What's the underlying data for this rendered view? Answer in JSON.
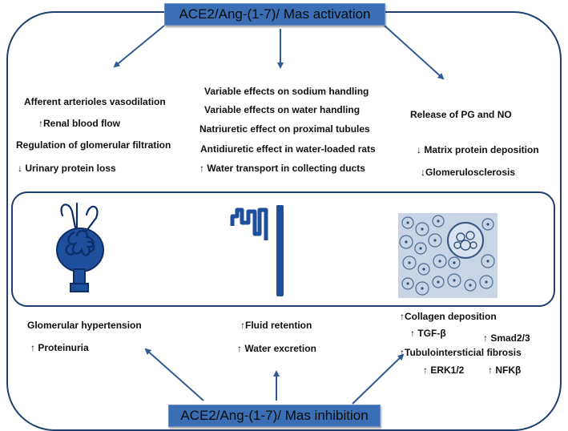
{
  "top_label": "ACE2/Ang-(1-7)/ Mas activation",
  "bottom_label": "ACE2/Ang-(1-7)/ Mas inhibition",
  "activation": {
    "left": [
      "Afferent arterioles vasodilation",
      "↑Renal blood flow",
      "Regulation of glomerular filtration",
      "↓ Urinary protein loss"
    ],
    "middle": [
      "Variable effects on sodium handling",
      "Variable effects on water handling",
      "Natriuretic effect on proximal tubules",
      "Antidiuretic effect in water-loaded rats",
      "↑ Water transport in collecting ducts"
    ],
    "right": [
      "Release of PG and NO",
      "↓  Matrix protein deposition",
      "↓Glomerulosclerosis"
    ]
  },
  "inhibition": {
    "left": [
      "Glomerular hypertension",
      "↑ Proteinuria"
    ],
    "middle": [
      "↑Fluid retention",
      "↑  Water excretion"
    ],
    "right": {
      "collagen": "↑Collagen deposition",
      "tgf": "↑ TGF-β",
      "smad": "↑ Smad2/3",
      "fibrosis": "↑Tubulointersticial fibrosis",
      "erk": "↑ ERK1/2",
      "nfkb": "↑ NFKβ"
    }
  },
  "colors": {
    "frame": "#1f3f6e",
    "label_box": "#3a6fb5",
    "arrow": "#2f5a93",
    "illustration": "#1e4f9c"
  },
  "icons": [
    "glomerulus-icon",
    "nephron-tubule-icon",
    "kidney-histology-image"
  ]
}
